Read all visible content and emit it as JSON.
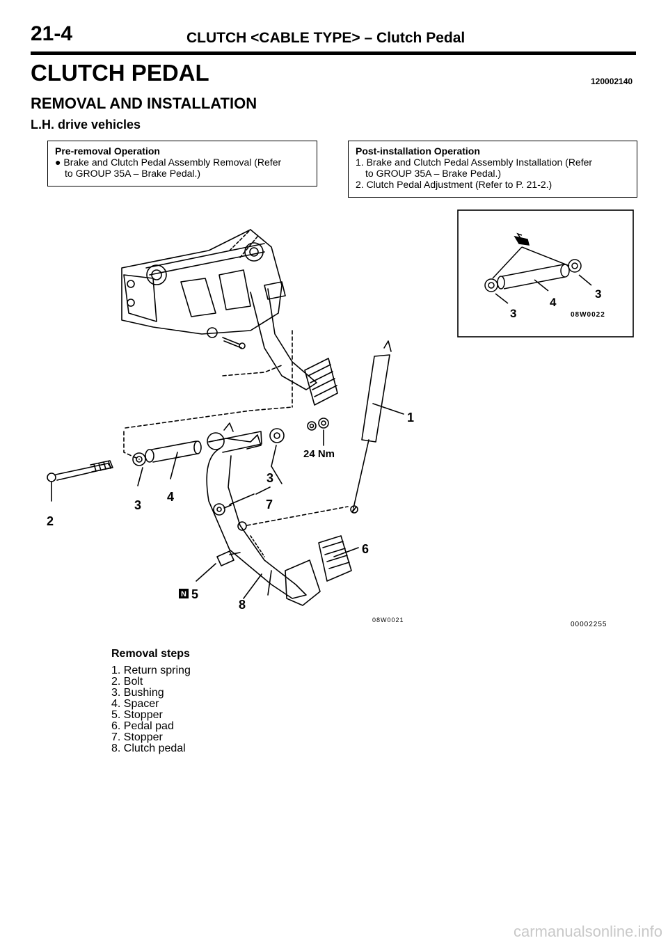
{
  "header": {
    "page_number": "21-4",
    "running_title": "CLUTCH <CABLE TYPE> – Clutch Pedal"
  },
  "section": {
    "title": "CLUTCH PEDAL",
    "code": "120002140",
    "subtitle": "REMOVAL AND INSTALLATION",
    "variant": "L.H. drive vehicles"
  },
  "pre_removal": {
    "heading": "Pre-removal Operation",
    "item_bullet": "●",
    "item_line1": "Brake and Clutch Pedal Assembly Removal (Refer",
    "item_line2": "to GROUP 35A – Brake Pedal.)"
  },
  "post_installation": {
    "heading": "Post-installation Operation",
    "item1_line1": "1. Brake and Clutch Pedal Assembly Installation (Refer",
    "item1_line2": "to GROUP 35A – Brake Pedal.)",
    "item2": "2. Clutch Pedal Adjustment (Refer to P. 21-2.)"
  },
  "illustration": {
    "callouts": {
      "c1": "1",
      "c2": "2",
      "c3a": "3",
      "c3b": "3",
      "c4": "4",
      "c5": "5",
      "c6": "6",
      "c7": "7",
      "c8": "8",
      "torque": "24 Nm",
      "n_badge": "N"
    },
    "inset": {
      "c3a": "3",
      "c3b": "3",
      "c4": "4",
      "code": "08W0022"
    },
    "code_main": "08W0021",
    "code_page": "00002255"
  },
  "removal_steps": {
    "heading": "Removal steps",
    "items": [
      "1. Return spring",
      "2. Bolt",
      "3. Bushing",
      "4. Spacer",
      "5. Stopper",
      "6. Pedal pad",
      "7. Stopper",
      "8. Clutch pedal"
    ]
  },
  "watermark": "carmanualsonline.info"
}
